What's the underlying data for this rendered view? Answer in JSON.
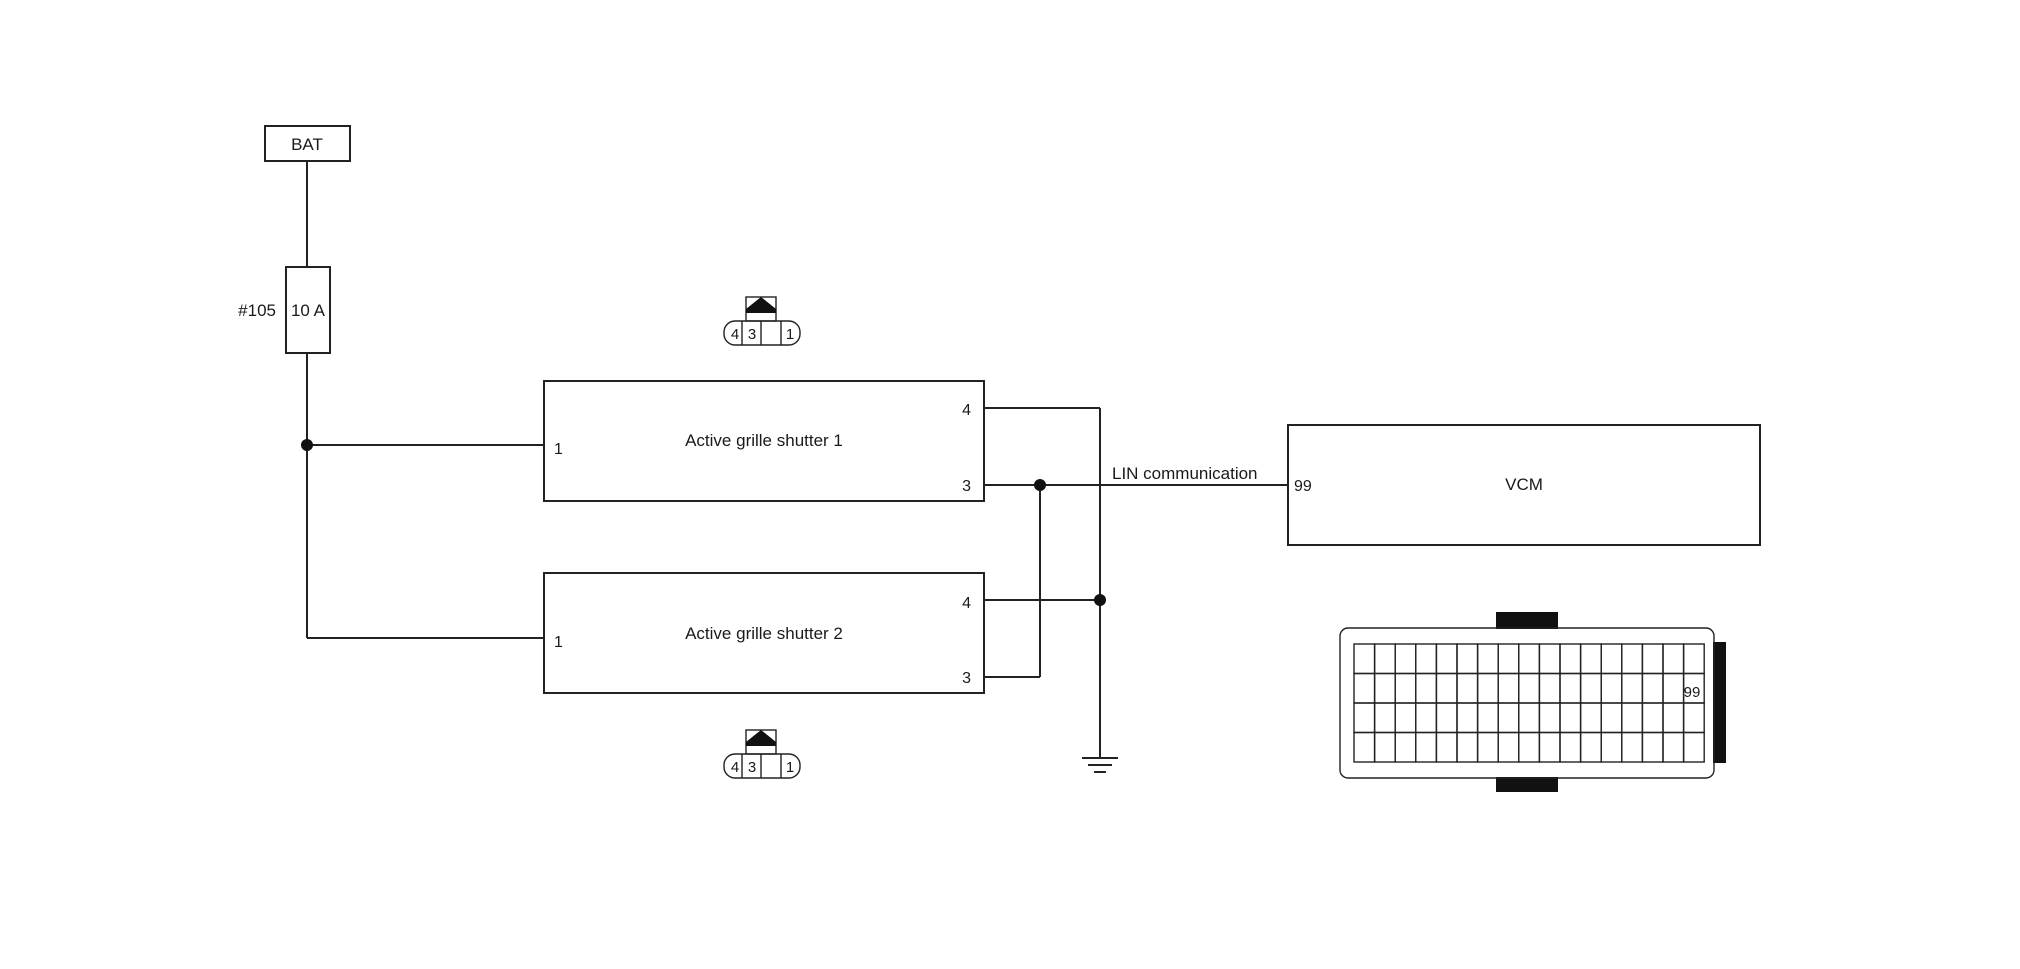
{
  "power": {
    "source": "BAT",
    "fuse_id": "#105",
    "fuse_rating": "10 A"
  },
  "components": {
    "shutter1": {
      "label": "Active grille shutter 1",
      "pin_left": "1",
      "pin_top": "4",
      "pin_bottom": "3"
    },
    "shutter2": {
      "label": "Active grille shutter 2",
      "pin_left": "1",
      "pin_top": "4",
      "pin_bottom": "3"
    },
    "vcm": {
      "label": "VCM",
      "pin": "99"
    }
  },
  "signal": {
    "label": "LIN communication"
  },
  "connectors": {
    "shutter1": {
      "pins": [
        "4",
        "3",
        "",
        "1"
      ]
    },
    "shutter2": {
      "pins": [
        "4",
        "3",
        "",
        "1"
      ]
    },
    "vcm": {
      "pin_label": "99"
    }
  }
}
